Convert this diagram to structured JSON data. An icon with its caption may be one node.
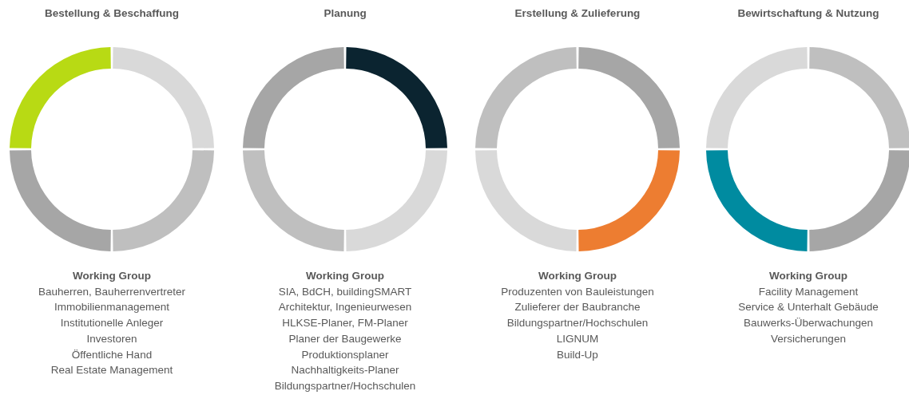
{
  "diagram": {
    "nodes": [
      {
        "text": [
          "Bestellung & Beschaffung",
          "Working Group",
          "Bauherren, Bauherrenvertreter",
          "Immobilienmanagement",
          "Institutionelle Anleger",
          "Investoren",
          "Öffentliche Hand",
          "Real Estate Management"
        ]
      },
      {
        "text": [
          "Planung",
          "Working Group",
          "SIA, BdCH, buildingSMART",
          "Architektur, Ingenieurwesen",
          "HLKSE-Planer, FM-Planer",
          "Planer der Baugewerke",
          "Produktionsplaner",
          "Nachhaltigkeits-Planer",
          "Bildungspartner/Hochschulen"
        ]
      },
      {
        "text": [
          "Erstellung & Zulieferung",
          "Working Group",
          "Produzenten von Bauleistungen",
          "Zulieferer der Baubranche",
          "Bildungspartner/Hochschulen",
          "LIGNUM",
          "Build-Up"
        ]
      },
      {
        "text": [
          "Bewirtschaftung & Nutzung",
          "Working Group",
          "Facility Management",
          "Service & Unterhalt Gebäude",
          "Bauwerks-Überwachungen",
          "Versicherungen"
        ]
      }
    ]
  }
}
